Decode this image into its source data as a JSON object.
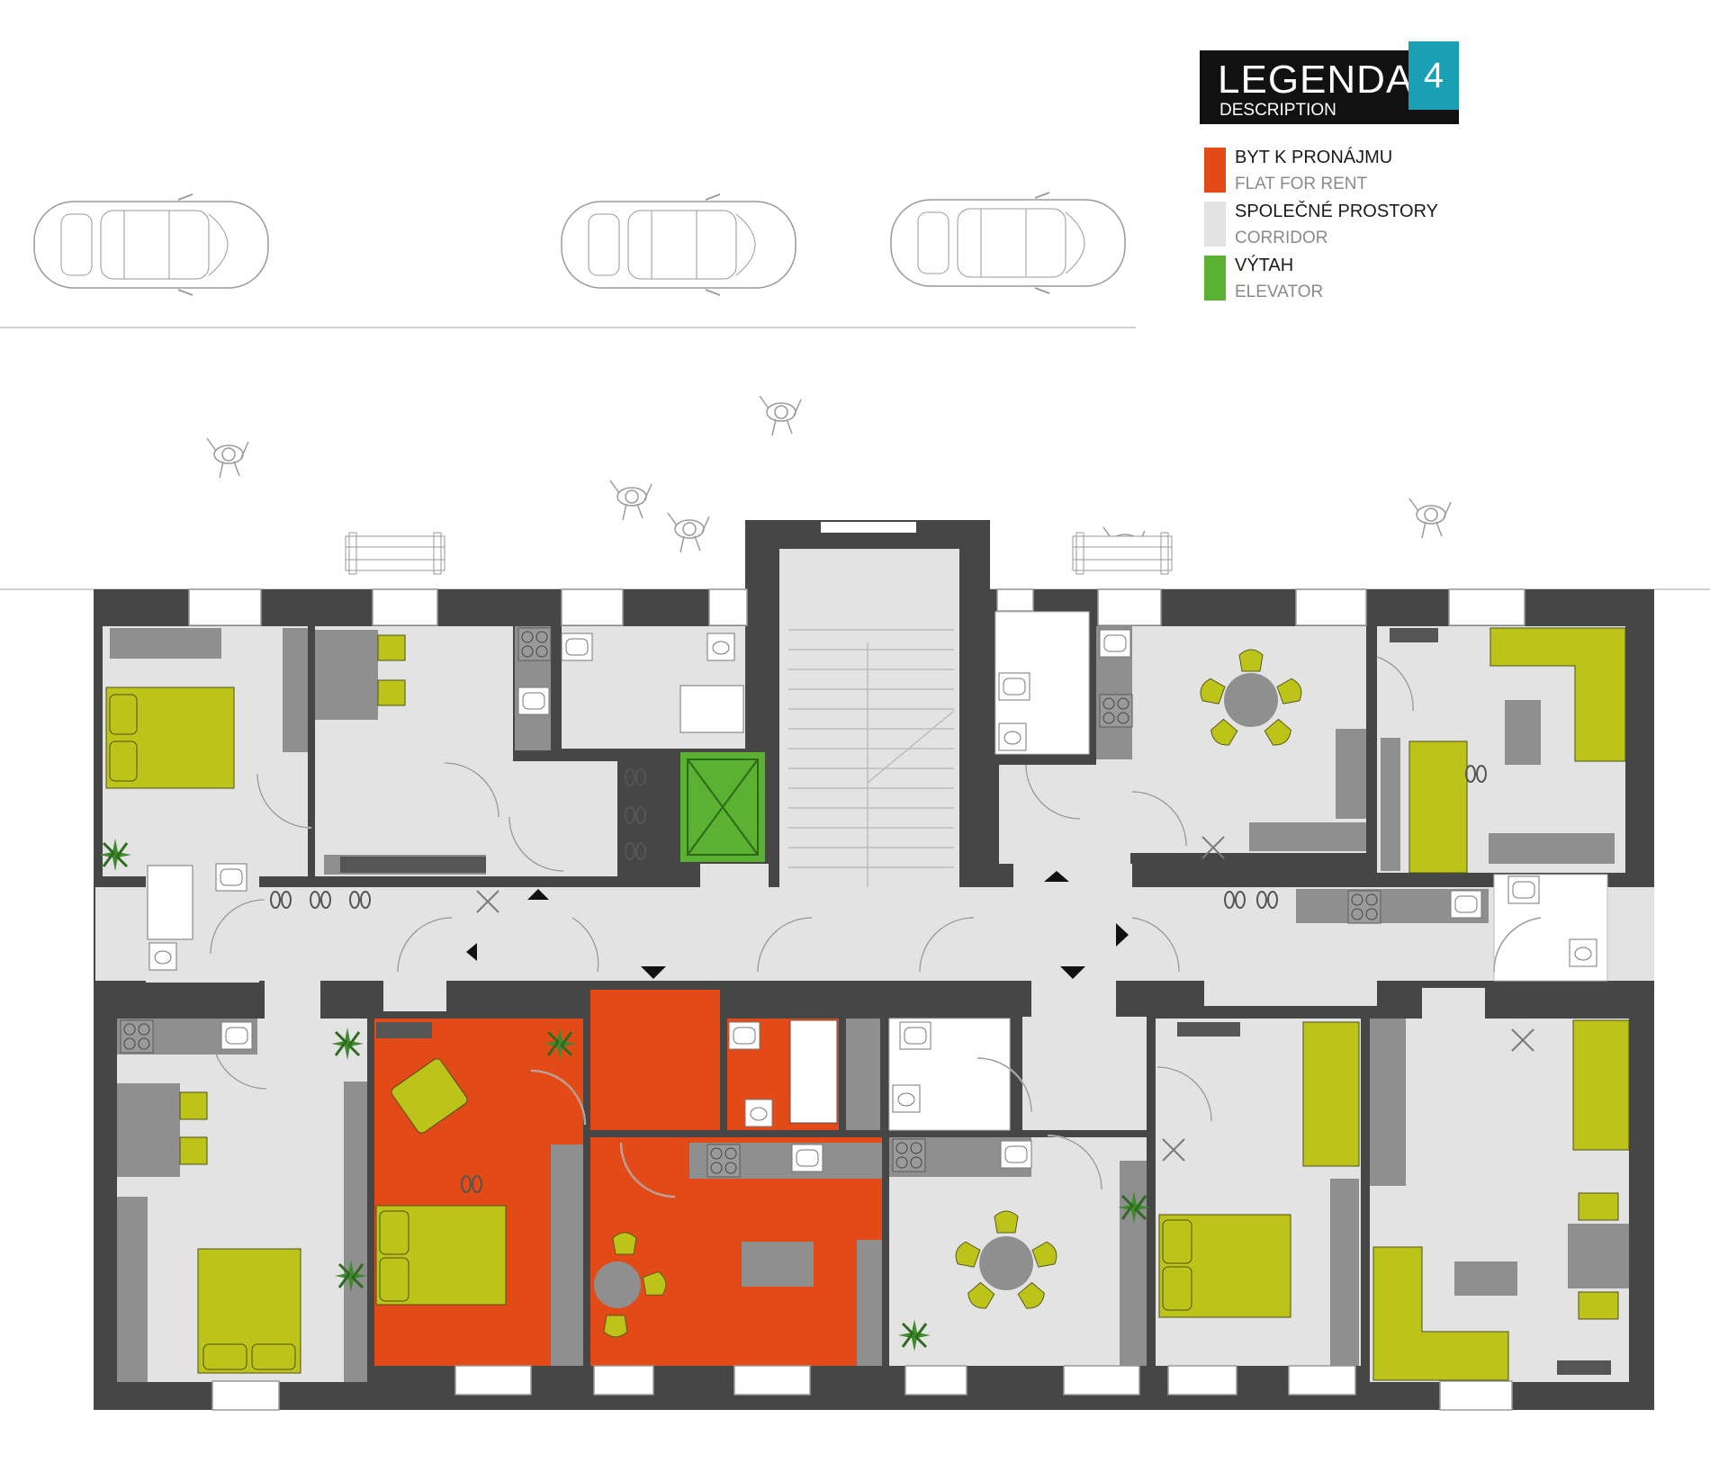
{
  "legend": {
    "title": "LEGENDA",
    "subtitle": "DESCRIPTION",
    "number": "4",
    "number_color": "#1aa0b5",
    "items": [
      {
        "label": "BYT K PRONÁJMU",
        "sublabel": "FLAT FOR RENT",
        "color": "#e24a17"
      },
      {
        "label": "SPOLEČNÉ PROSTORY",
        "sublabel": "CORRIDOR",
        "color": "#e3e3e3"
      },
      {
        "label": "VÝTAH",
        "sublabel": "ELEVATOR",
        "color": "#5bb132"
      }
    ]
  },
  "colors": {
    "wall": "#464646",
    "room": "#e3e3e3",
    "flat_for_rent": "#e24a17",
    "elevator": "#5bb132",
    "furniture_accent": "#bcc41a",
    "fixture": "#8f8f8f",
    "outline": "#b8b8b8"
  },
  "icons": [
    "car-icon",
    "pedestrian-icon",
    "bench-icon",
    "plant-icon",
    "bed-icon",
    "sofa-icon",
    "table-icon",
    "toilet-icon",
    "sink-icon",
    "stove-icon",
    "door-icon",
    "stair-icon",
    "direction-arrow-icon"
  ]
}
